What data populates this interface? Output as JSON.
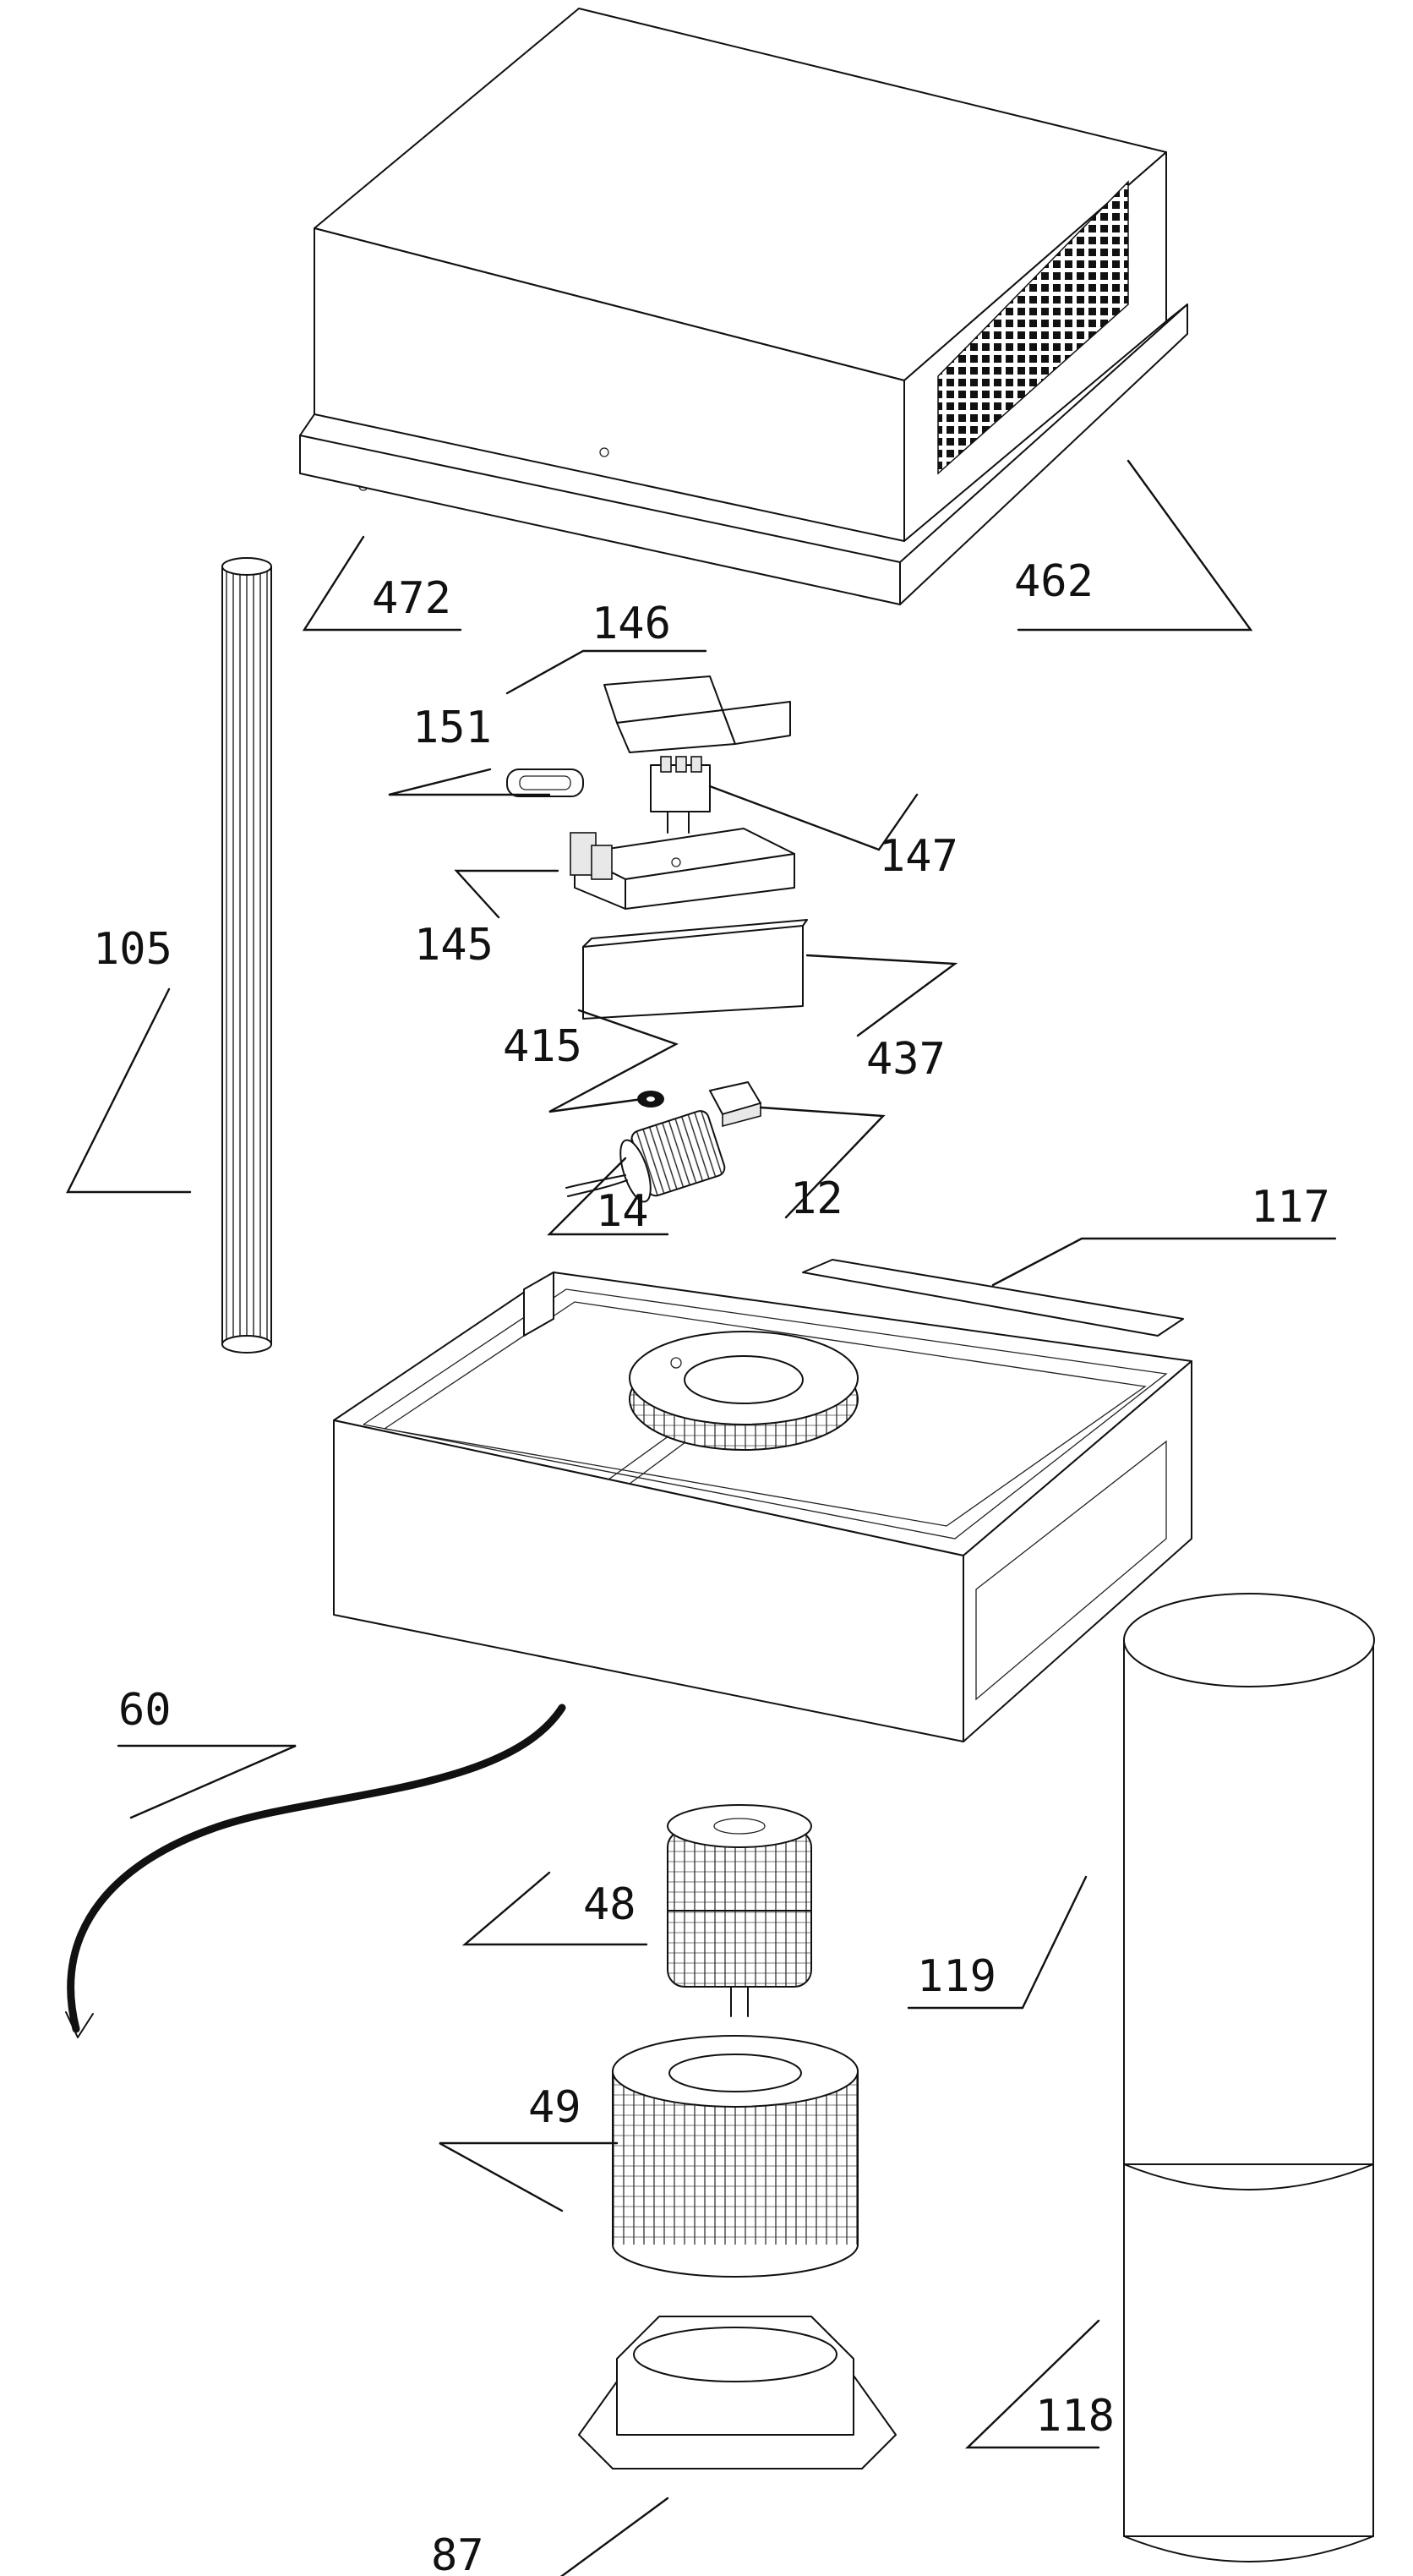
{
  "labels": {
    "l472": "472",
    "l462": "462",
    "l146": "146",
    "l151": "151",
    "l147": "147",
    "l145": "145",
    "l105": "105",
    "l415": "415",
    "l437": "437",
    "l14": "14",
    "l12": "12",
    "l117": "117",
    "l60": "60",
    "l48": "48",
    "l119": "119",
    "l49": "49",
    "l118": "118",
    "l87": "87"
  }
}
